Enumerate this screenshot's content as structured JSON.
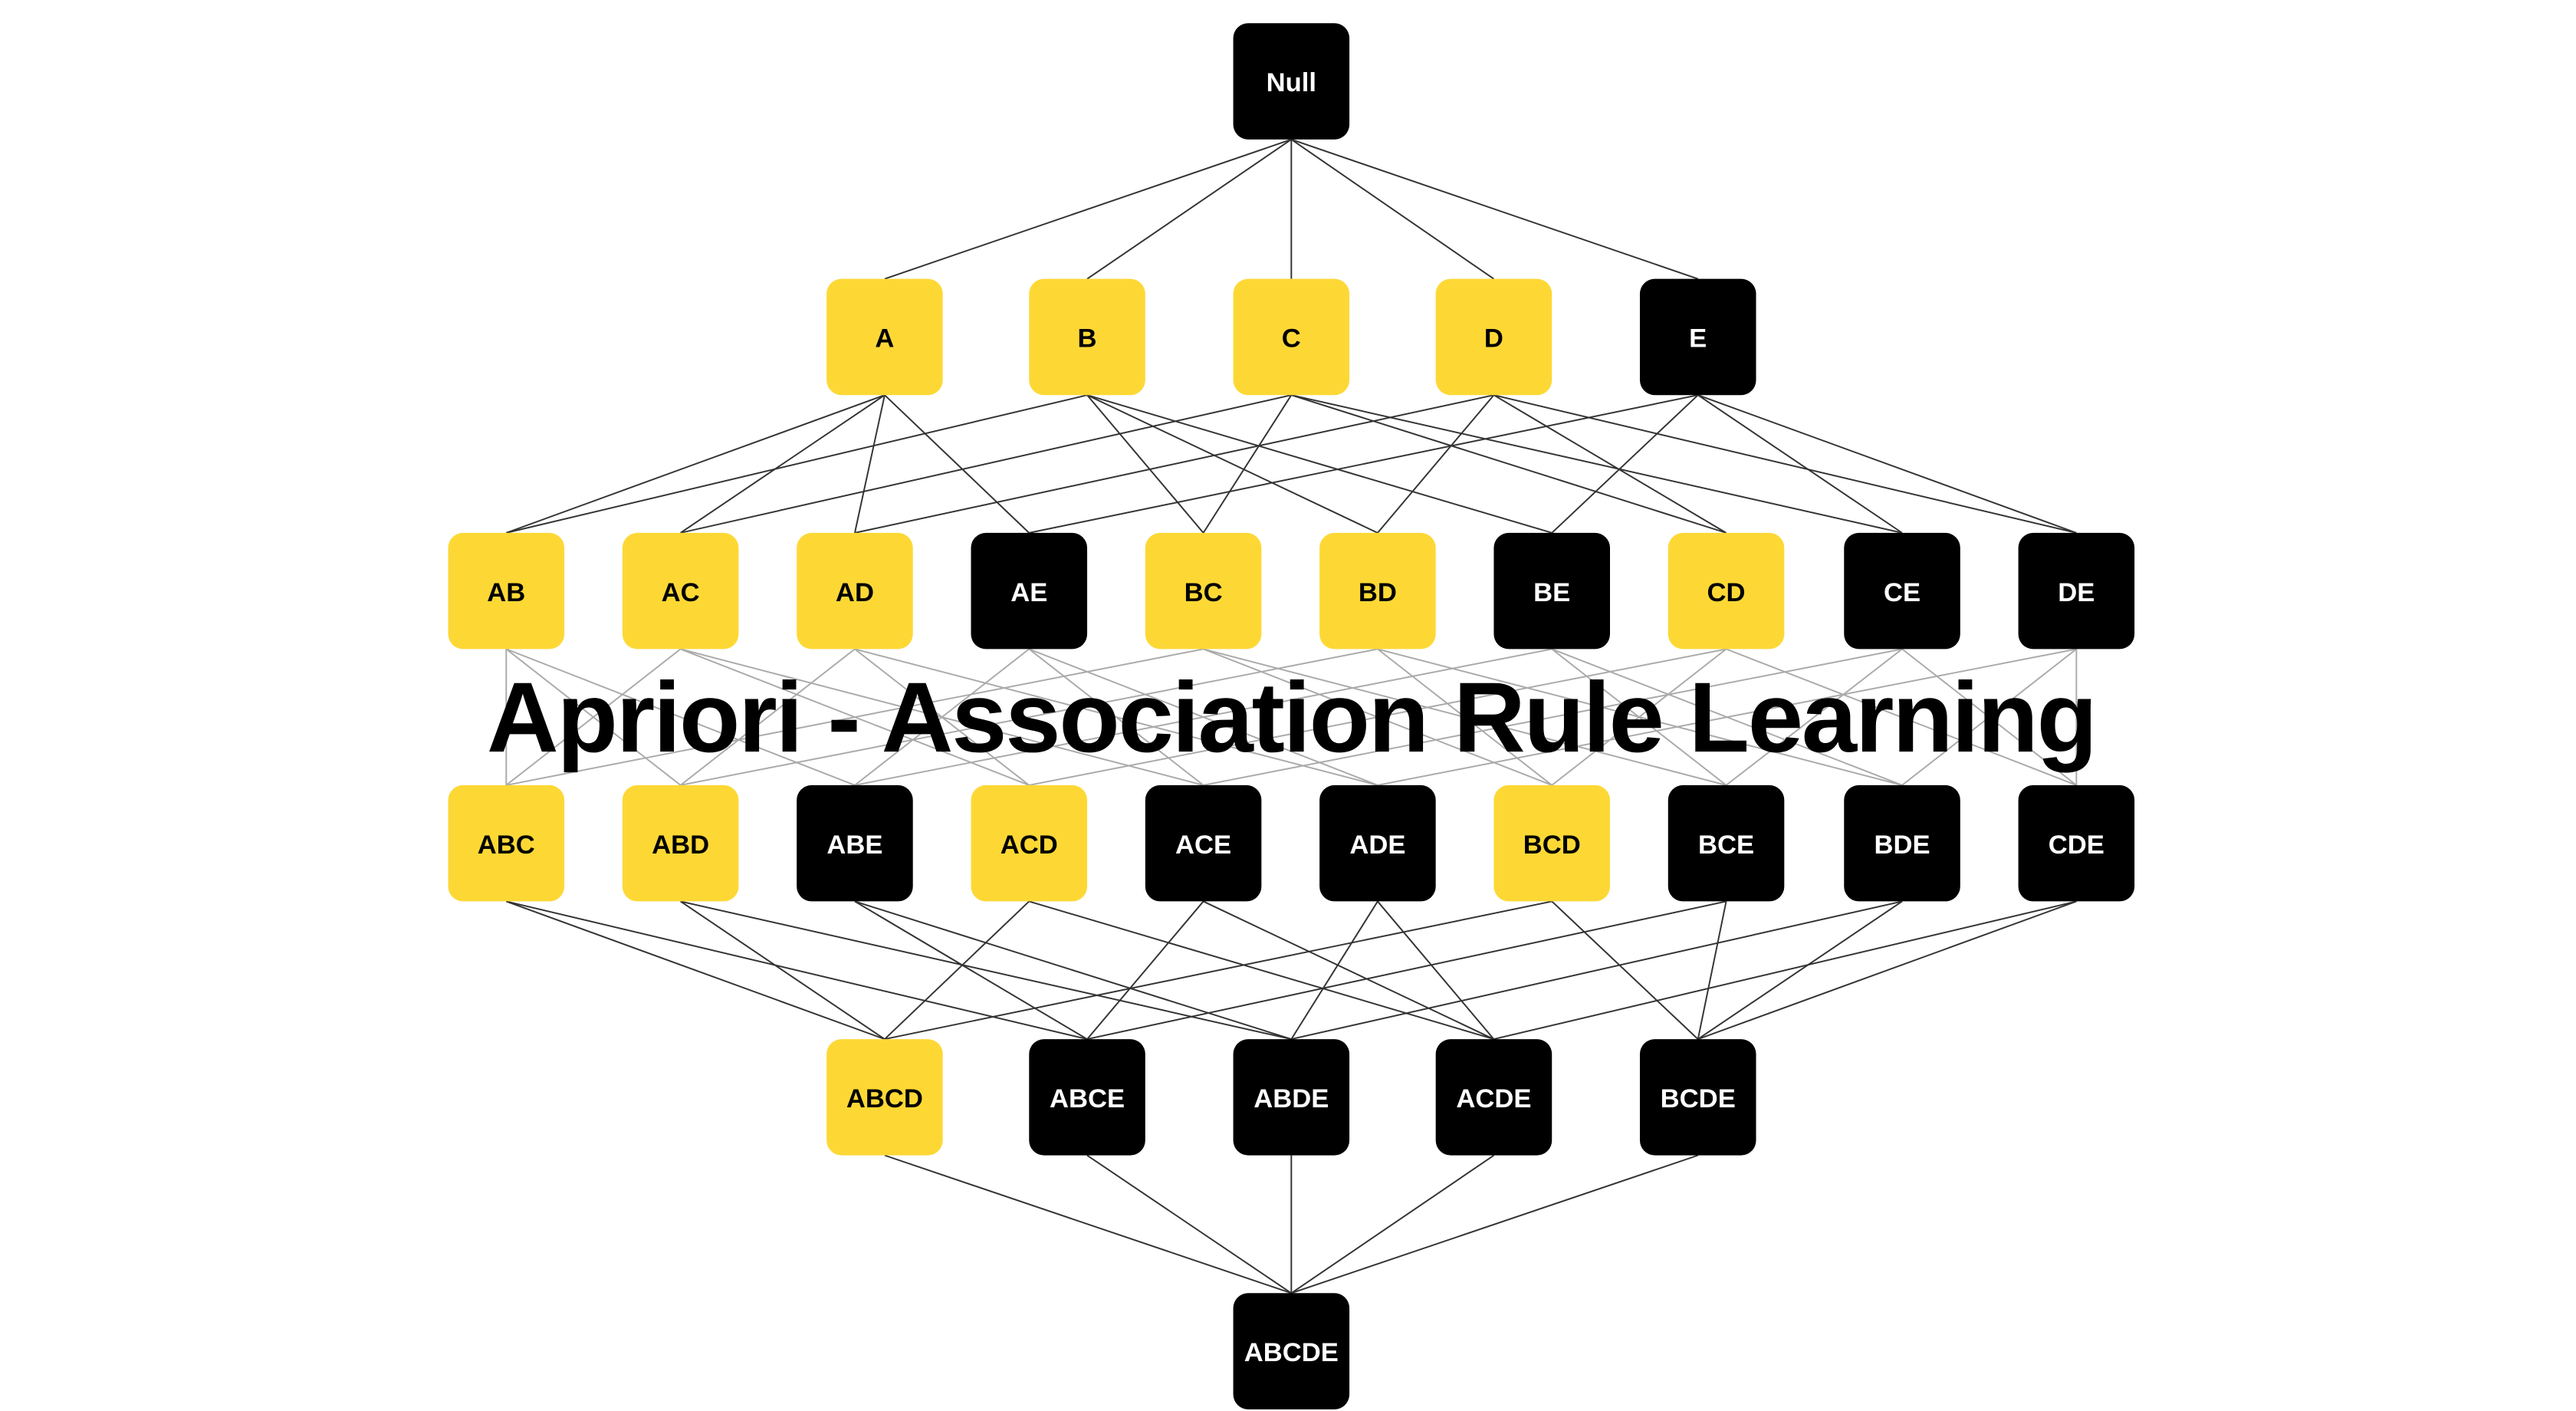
{
  "title": "Apriori - Association Rule Learning",
  "colors": {
    "frequent": "#FDD835",
    "infrequent": "#000000",
    "edge": "#333333",
    "edge_faded": "#aaaaaa",
    "text_frequent": "#000000",
    "text_infrequent": "#ffffff"
  },
  "levels": [
    [
      {
        "label": "Null",
        "frequent": false
      }
    ],
    [
      {
        "label": "A",
        "frequent": true
      },
      {
        "label": "B",
        "frequent": true
      },
      {
        "label": "C",
        "frequent": true
      },
      {
        "label": "D",
        "frequent": true
      },
      {
        "label": "E",
        "frequent": false
      }
    ],
    [
      {
        "label": "AB",
        "frequent": true
      },
      {
        "label": "AC",
        "frequent": true
      },
      {
        "label": "AD",
        "frequent": true
      },
      {
        "label": "AE",
        "frequent": false
      },
      {
        "label": "BC",
        "frequent": true
      },
      {
        "label": "BD",
        "frequent": true
      },
      {
        "label": "BE",
        "frequent": false
      },
      {
        "label": "CD",
        "frequent": true
      },
      {
        "label": "CE",
        "frequent": false
      },
      {
        "label": "DE",
        "frequent": false
      }
    ],
    [
      {
        "label": "ABC",
        "frequent": true
      },
      {
        "label": "ABD",
        "frequent": true
      },
      {
        "label": "ABE",
        "frequent": false
      },
      {
        "label": "ACD",
        "frequent": true
      },
      {
        "label": "ACE",
        "frequent": false
      },
      {
        "label": "ADE",
        "frequent": false
      },
      {
        "label": "BCD",
        "frequent": true
      },
      {
        "label": "BCE",
        "frequent": false
      },
      {
        "label": "BDE",
        "frequent": false
      },
      {
        "label": "CDE",
        "frequent": false
      }
    ],
    [
      {
        "label": "ABCD",
        "frequent": true
      },
      {
        "label": "ABCE",
        "frequent": false
      },
      {
        "label": "ABDE",
        "frequent": false
      },
      {
        "label": "ACDE",
        "frequent": false
      },
      {
        "label": "BCDE",
        "frequent": false
      }
    ],
    [
      {
        "label": "ABCDE",
        "frequent": false
      }
    ]
  ]
}
